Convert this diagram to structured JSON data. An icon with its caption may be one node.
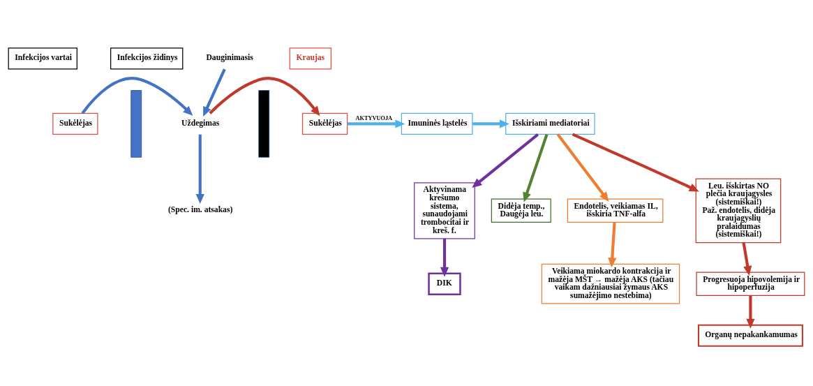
{
  "diagram": {
    "nodes": [
      {
        "text": [
          "Infekcijos vartai"
        ]
      },
      {
        "text": [
          "Infekcijos židinys"
        ]
      },
      {
        "text": [
          "Kraujas"
        ]
      },
      {
        "text": [
          "Sukėlėjas"
        ]
      },
      {
        "text": [],
        "shape": "bar"
      },
      {
        "text": [
          "Dauginimasis"
        ]
      },
      {
        "text": [
          "Uždegimas"
        ]
      },
      {
        "text": [
          "(Spec. im. atsakas)"
        ]
      },
      {
        "text": [],
        "shape": "bar"
      },
      {
        "text": [
          "Sukėlėjas"
        ]
      },
      {
        "text": [
          "Imuninės ląstelės"
        ]
      },
      {
        "text": [
          "Išskiriami mediatoriai"
        ]
      },
      {
        "text": [
          "Leu. išskirtas NO plečia kraujagysles (sistemiškai!)",
          "Paž. endotelis, didėja kraujagyslių pralaidumas (sistemiškai!)"
        ]
      },
      {
        "text": [
          "Aktyvinama krešumo sistema, sunaudojami trombocitai ir kreš. f."
        ]
      },
      {
        "text": [
          "Didėja temp., Daugėja leu."
        ]
      },
      {
        "text": [
          "Endotelis, veikiamas IL, išskiria TNF-alfa"
        ]
      },
      {
        "text": [
          "Progresuoja hipovolemija ir hipoperfuzija"
        ]
      },
      {
        "text": [
          "Organų nepakankamumas"
        ]
      },
      {
        "text": [
          "DIK"
        ]
      },
      {
        "text": [
          "Veikiama miokardo kontrakcija ir mažėja MŠT → mažėja AKS (tačiau vaikam dažniausiai žymaus AKS sumažėjimo nestebima)"
        ]
      }
    ],
    "edges": [
      {
        "from": 3,
        "to": 6,
        "arrow": "to",
        "color": "#4472c4"
      },
      {
        "from": 5,
        "to": 6,
        "arrow": "to",
        "color": "#4472c4"
      },
      {
        "from": 6,
        "to": 7,
        "arrow": "to",
        "color": "#4472c4"
      },
      {
        "from": 6,
        "to": 9,
        "arrow": "to",
        "color": "#c0392b"
      },
      {
        "from": 9,
        "to": 10,
        "label": "AKTYVUOJA",
        "arrow": "to",
        "color": "#4fb0e8"
      },
      {
        "from": 10,
        "to": 11,
        "arrow": "to",
        "color": "#4fb0e8"
      },
      {
        "from": 11,
        "to": 12,
        "arrow": "to",
        "color": "#c0392b"
      },
      {
        "from": 11,
        "to": 13,
        "arrow": "to",
        "color": "#7030a0"
      },
      {
        "from": 11,
        "to": 14,
        "arrow": "to",
        "color": "#548235"
      },
      {
        "from": 11,
        "to": 15,
        "arrow": "to",
        "color": "#ed7d31"
      },
      {
        "from": 15,
        "to": 19,
        "arrow": "to",
        "color": "#ed7d31"
      },
      {
        "from": 12,
        "to": 16,
        "arrow": "to",
        "color": "#c0392b"
      },
      {
        "from": 16,
        "to": 17,
        "arrow": "to",
        "color": "#c0392b"
      },
      {
        "from": 13,
        "to": 18,
        "arrow": "to",
        "color": "#7030a0"
      }
    ]
  }
}
